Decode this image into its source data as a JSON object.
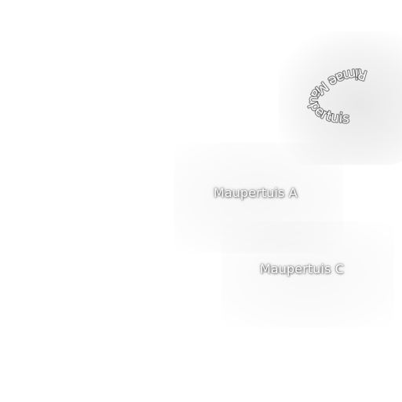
{
  "map": {
    "labels": {
      "maupertuis_a": "Maupertuis A",
      "maupertuis_c": "Maupertuis C",
      "rima_maupertuis": "Rimae Maupertuis"
    }
  }
}
